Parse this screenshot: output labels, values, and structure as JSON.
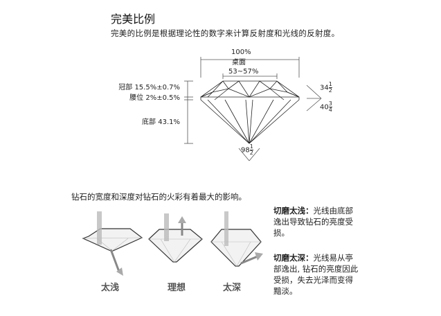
{
  "title": "完美比例",
  "subtitle": "完美的比例是根据理论性的数字来计算反射度和光线的反射度。",
  "proportions": {
    "width": "100%",
    "table_label": "桌面",
    "table_value": "53~57%",
    "crown": "冠部 15.5%±0.7%",
    "girdle": "腰位 2%±0.5%",
    "pavilion": "底部 43.1%",
    "crown_angle": {
      "whole": "34",
      "num": "1",
      "den": "2"
    },
    "pavilion_angle": {
      "whole": "40",
      "num": "3",
      "den": "4"
    },
    "culet_angle": {
      "whole": "98",
      "num": "1",
      "den": "2"
    }
  },
  "intro": "钻石的宽度和深度对钻石的火彩有着最大的影响。",
  "cuts": [
    {
      "label": "太浅"
    },
    {
      "label": "理想"
    },
    {
      "label": "太深"
    }
  ],
  "notes": [
    {
      "heading": "切磨太浅：",
      "text": "光线由底部逸出导致钻石的亮度受损。"
    },
    {
      "heading": "切磨太深：",
      "text": "光线易从亭部逸出, 钻石的亮度因此受损，失去光泽而变得黯淡。"
    }
  ]
}
